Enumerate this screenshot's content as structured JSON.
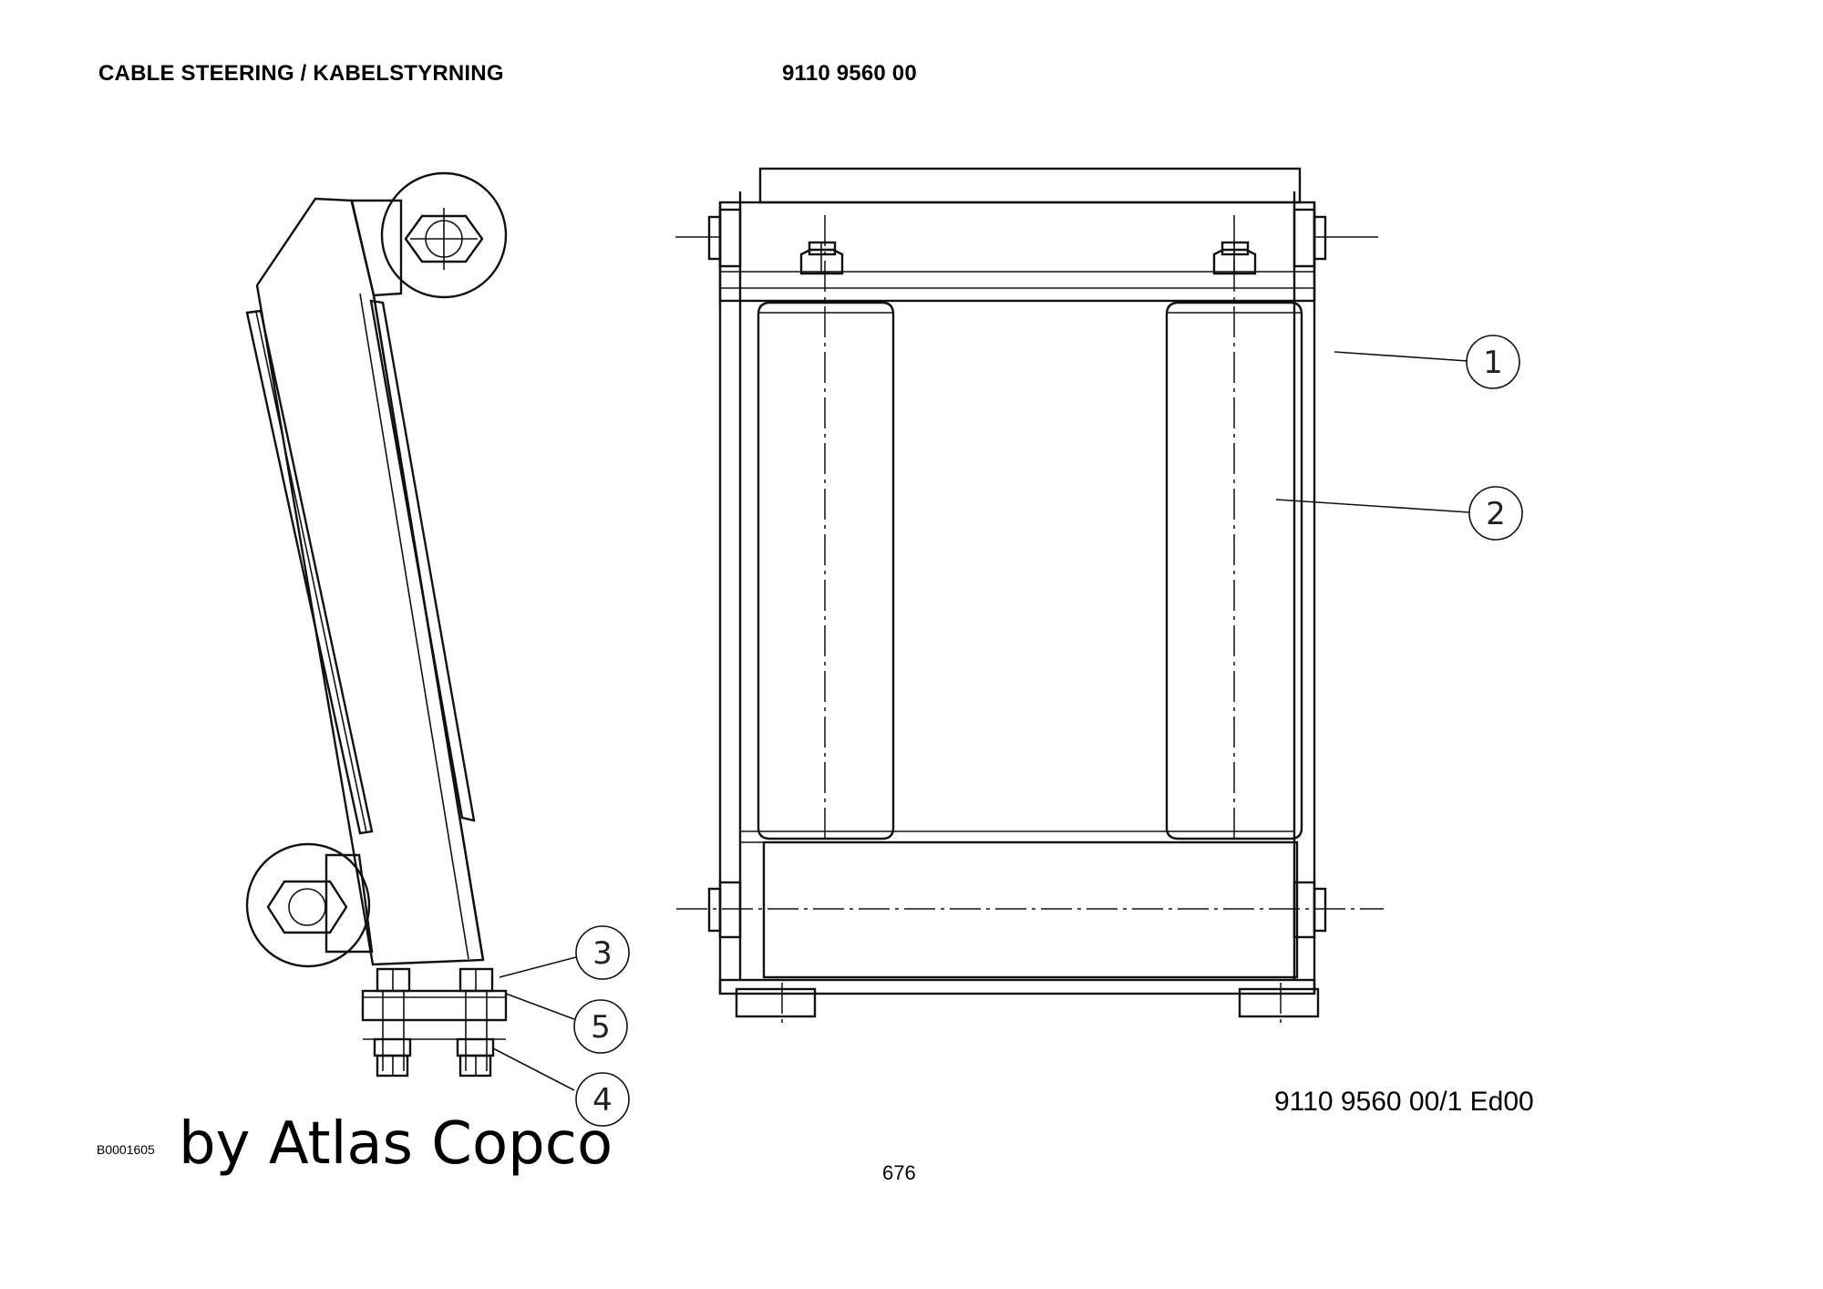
{
  "header": {
    "title": "CABLE STEERING / KABELSTYRNING",
    "part_number": "9110 9560 00"
  },
  "callouts": [
    "1",
    "2",
    "3",
    "5",
    "4"
  ],
  "footer": {
    "reference": "9110 9560 00/1  Ed00",
    "figure_code": "B0001605",
    "watermark": "by Atlas Copco",
    "page_number": "676"
  }
}
